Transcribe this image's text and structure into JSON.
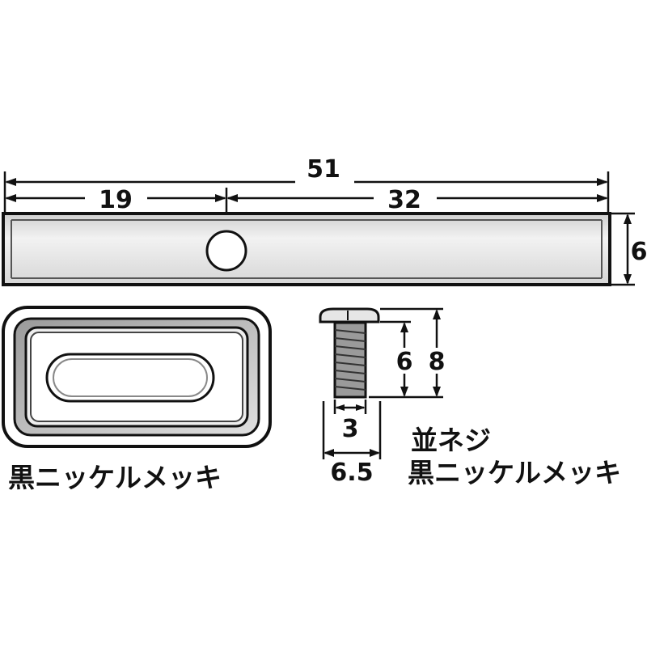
{
  "dimensions": {
    "overall_length": "51",
    "hole_offset": "19",
    "hole_to_end": "32",
    "height": "6",
    "screw_length": "6",
    "screw_total_length": "8",
    "screw_diameter": "3",
    "screw_head_diameter": "6.5"
  },
  "labels": {
    "plate_finish": "黒ニッケルメッキ",
    "screw_type": "並ネジ",
    "screw_finish": "黒ニッケルメッキ"
  }
}
